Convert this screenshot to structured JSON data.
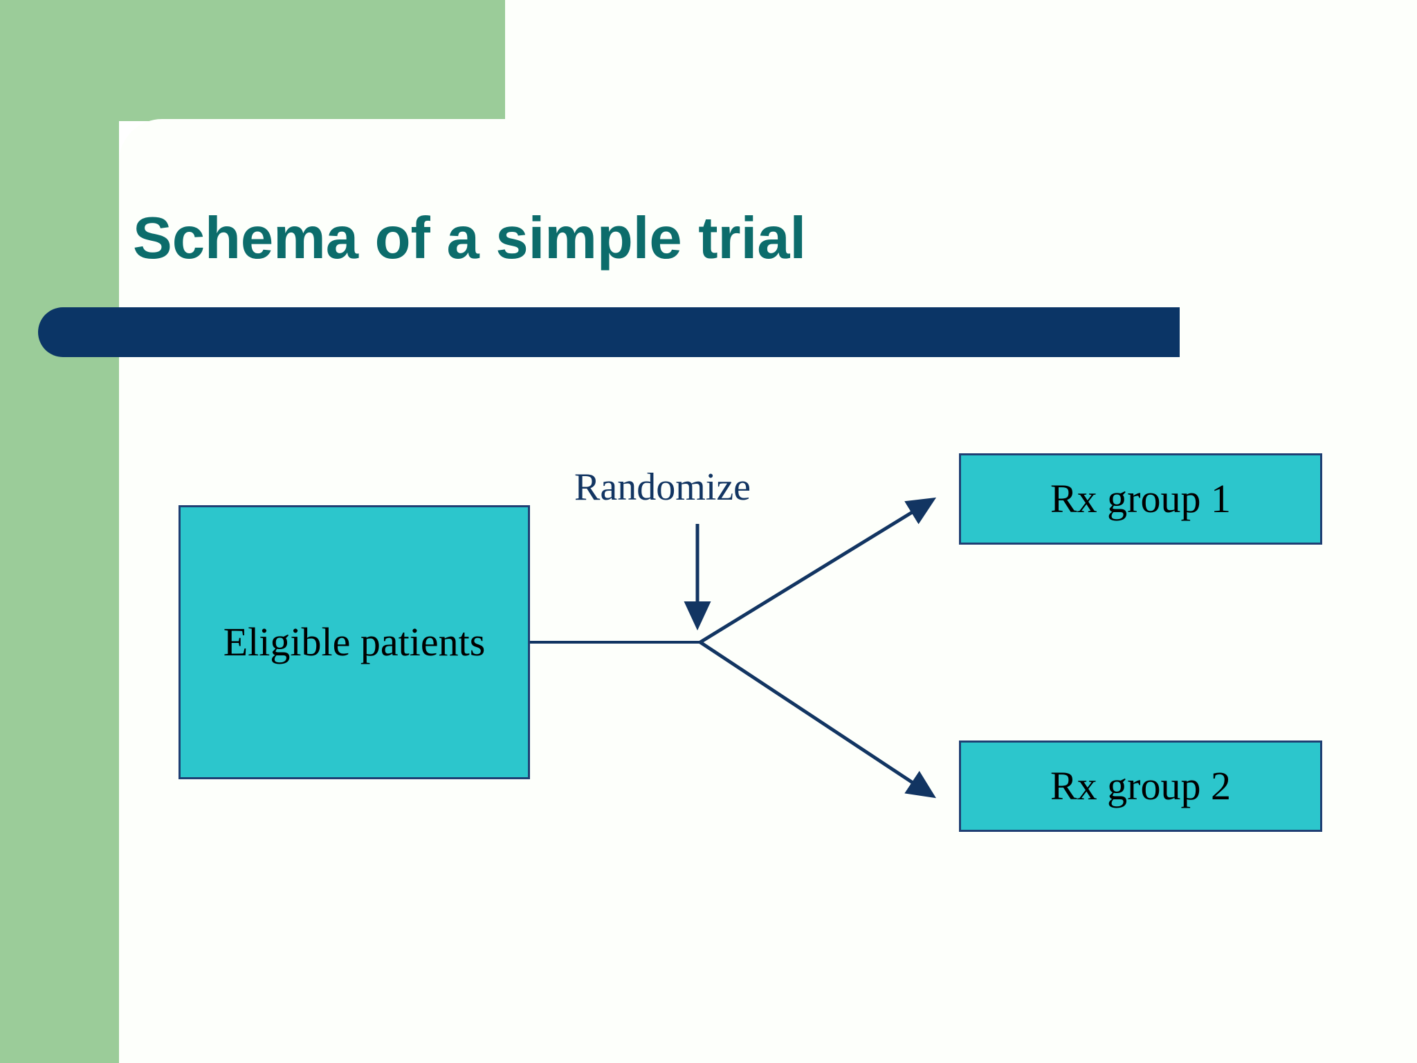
{
  "slide": {
    "title": "Schema of a simple trial",
    "theme": {
      "accent_green": "#9BCC99",
      "title_teal": "#0C6C6B",
      "bar_navy": "#0B3566",
      "node_fill": "#2CC6CC",
      "node_border": "#1F3F73",
      "connector": "#123562",
      "panel_white": "#FDFFFB",
      "node_text": "#000000"
    }
  },
  "diagram": {
    "type": "flow",
    "source_node": {
      "label": "Eligible patients"
    },
    "process_label": {
      "label": "Randomize"
    },
    "target_nodes": [
      {
        "label": "Rx group 1"
      },
      {
        "label": "Rx group 2"
      }
    ],
    "connectors": [
      {
        "from": "Eligible patients",
        "to": "branch-point",
        "arrow": false
      },
      {
        "from": "Randomize",
        "to": "branch-point",
        "arrow": true
      },
      {
        "from": "branch-point",
        "to": "Rx group 1",
        "arrow": true
      },
      {
        "from": "branch-point",
        "to": "Rx group 2",
        "arrow": true
      }
    ]
  }
}
